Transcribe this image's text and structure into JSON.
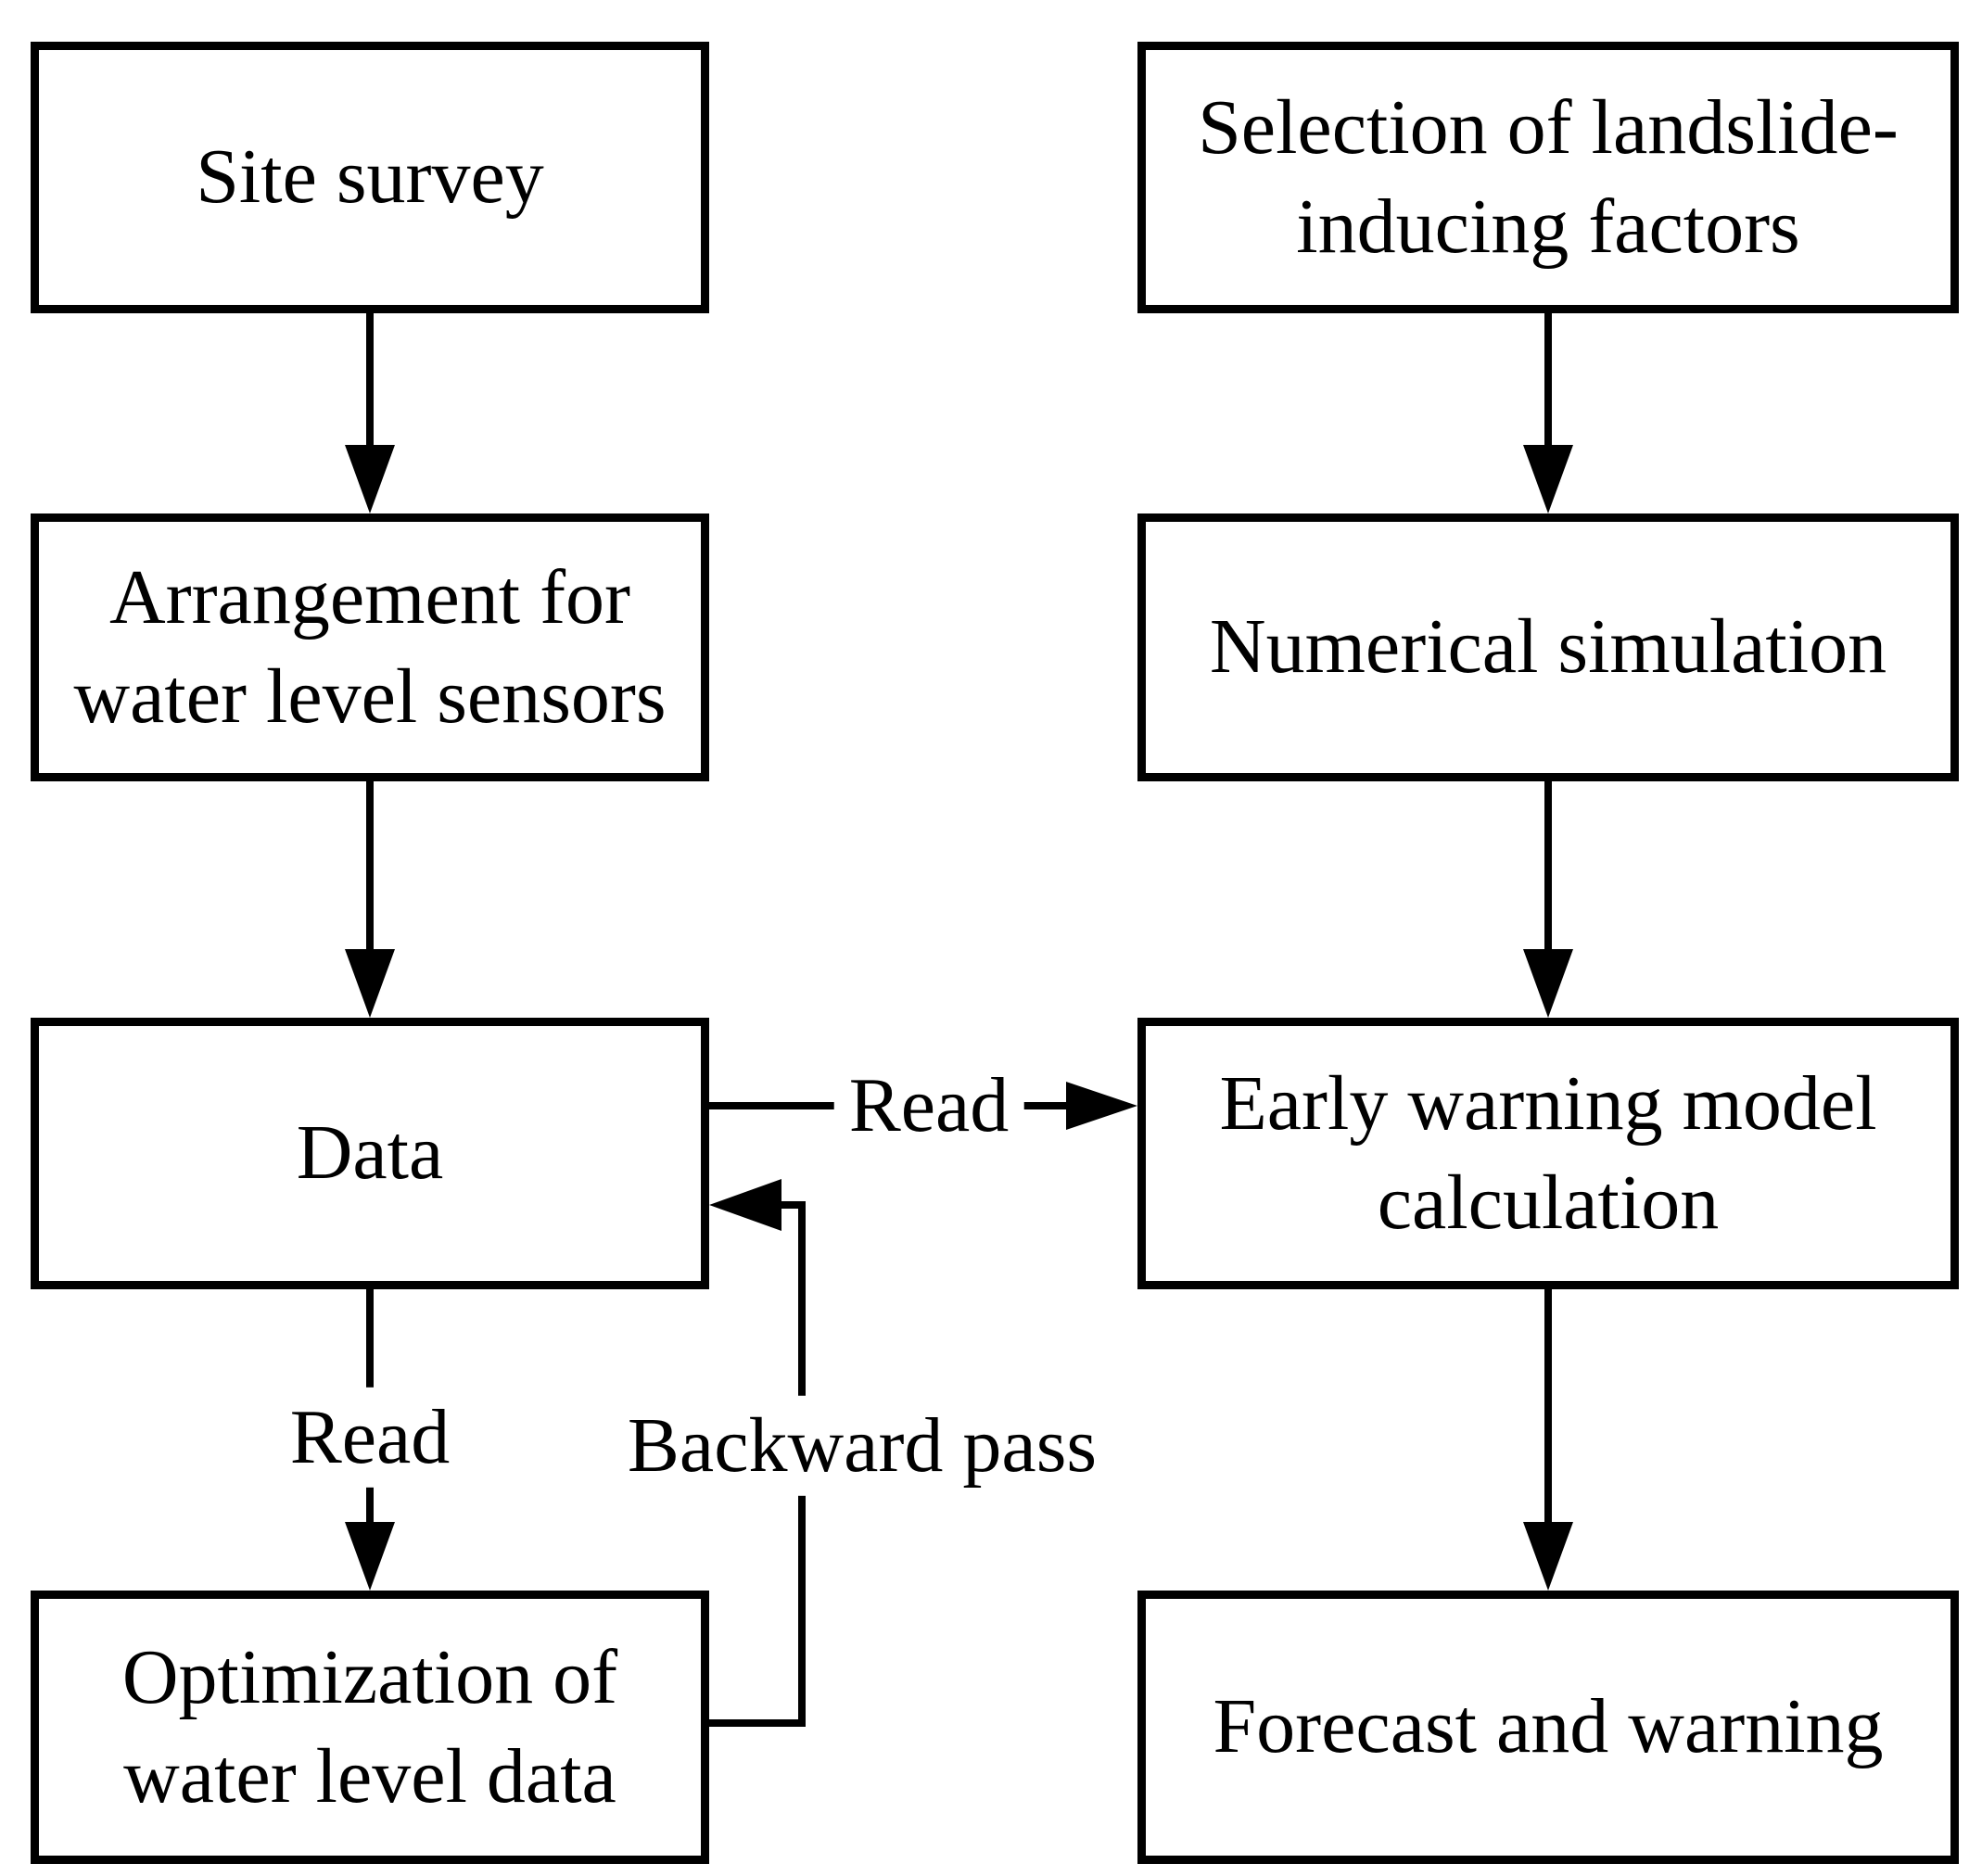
{
  "nodes": {
    "site_survey": {
      "label": "Site survey"
    },
    "arrangement": {
      "label": "Arrangement for\nwater level sensors"
    },
    "data": {
      "label": "Data"
    },
    "optimization": {
      "label": "Optimization of\nwater level data"
    },
    "selection": {
      "label": "Selection of landslide-\ninducing factors"
    },
    "numerical": {
      "label": "Numerical simulation"
    },
    "early_warning": {
      "label": "Early warning model\ncalculation"
    },
    "forecast": {
      "label": "Forecast and warning"
    }
  },
  "edges": {
    "read_horizontal_label": "Read",
    "read_vertical_label": "Read",
    "backward_pass_label": "Backward pass",
    "connections": [
      {
        "from": "site_survey",
        "to": "arrangement",
        "label": ""
      },
      {
        "from": "arrangement",
        "to": "data",
        "label": ""
      },
      {
        "from": "data",
        "to": "optimization",
        "label": "Read"
      },
      {
        "from": "data",
        "to": "early_warning",
        "label": "Read"
      },
      {
        "from": "optimization",
        "to": "data",
        "label": "Backward pass"
      },
      {
        "from": "selection",
        "to": "numerical",
        "label": ""
      },
      {
        "from": "numerical",
        "to": "early_warning",
        "label": ""
      },
      {
        "from": "early_warning",
        "to": "forecast",
        "label": ""
      }
    ]
  },
  "colors": {
    "background": "#ffffff",
    "stroke": "#000000"
  }
}
